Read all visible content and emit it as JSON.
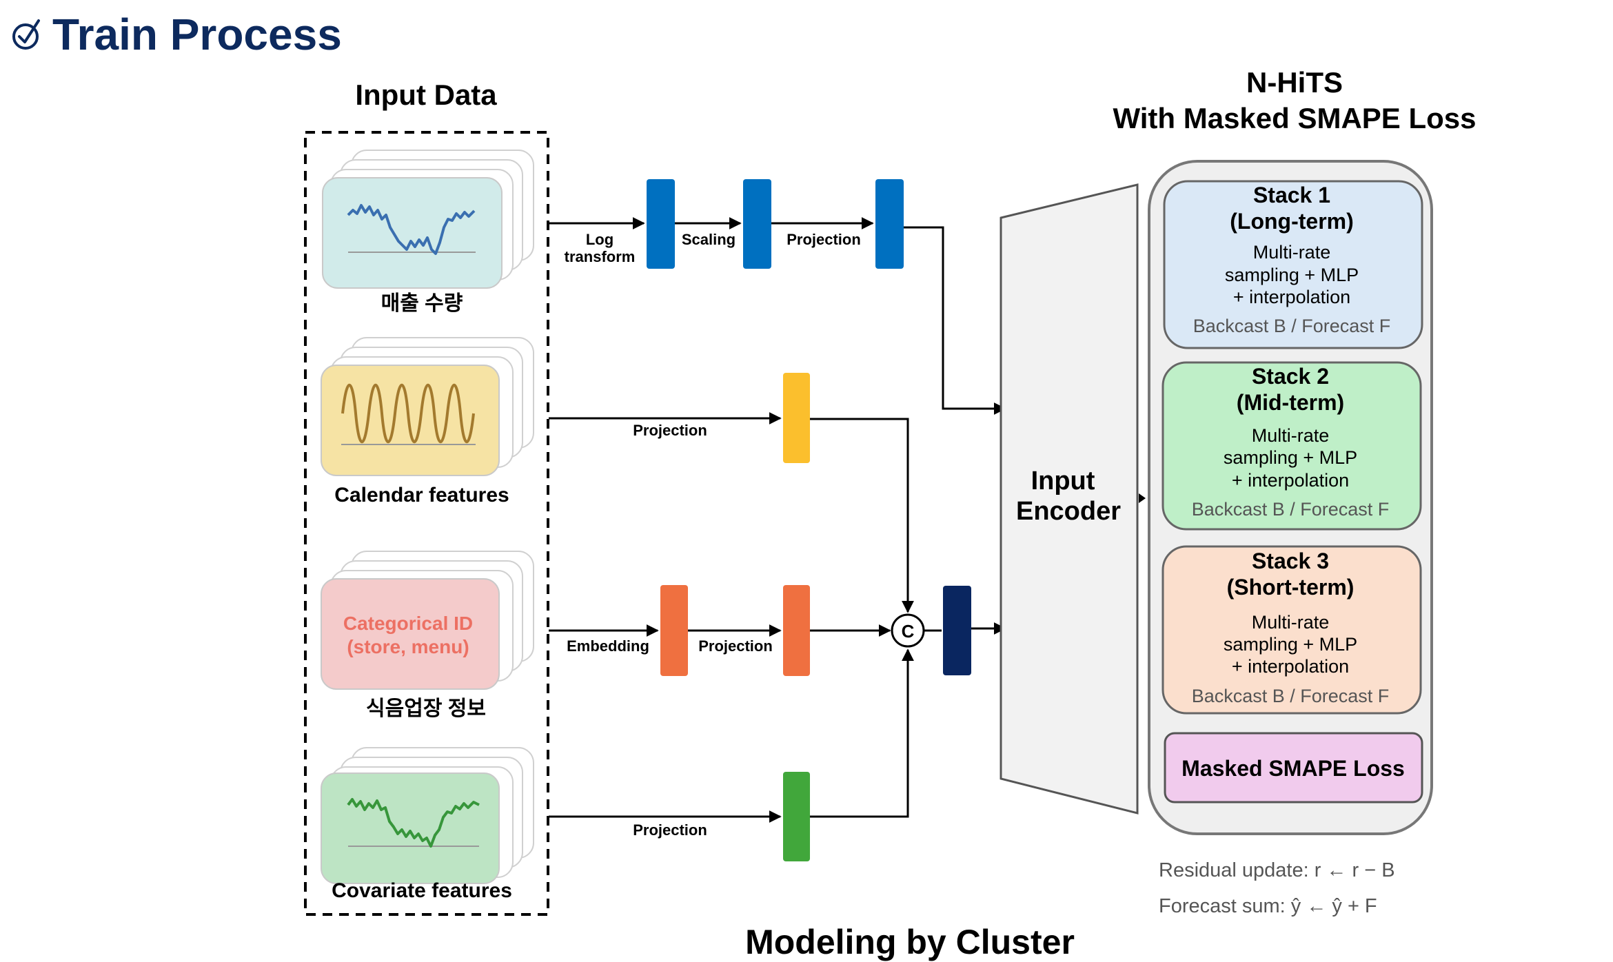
{
  "page": {
    "title": "Train Process",
    "footer_title": "Modeling by Cluster"
  },
  "input_data": {
    "heading": "Input Data",
    "items": [
      {
        "label": "매출 수량",
        "icon": "sales-line-chart"
      },
      {
        "label": "Calendar features",
        "icon": "sine-wave"
      },
      {
        "label": "식음업장 정보",
        "card_text_1": "Categorical ID",
        "card_text_2": "(store, menu)"
      },
      {
        "label": "Covariate features",
        "icon": "covariate-line-chart"
      }
    ]
  },
  "pipeline": {
    "row1": {
      "step1_line1": "Log",
      "step1_line2": "transform",
      "step2": "Scaling",
      "step3": "Projection"
    },
    "row2": {
      "step1": "Projection"
    },
    "row3": {
      "step1": "Embedding",
      "step2": "Projection"
    },
    "row4": {
      "step1": "Projection"
    },
    "concat_symbol": "C"
  },
  "encoder": {
    "line1": "Input",
    "line2": "Encoder"
  },
  "model": {
    "title_line1": "N-HiTS",
    "title_line2": "With Masked SMAPE Loss",
    "stacks": [
      {
        "title": "Stack 1",
        "subtitle": "(Long-term)",
        "desc1": "Multi-rate",
        "desc2": "sampling + MLP",
        "desc3": "+ interpolation",
        "footer": "Backcast B / Forecast F"
      },
      {
        "title": "Stack 2",
        "subtitle": "(Mid-term)",
        "desc1": "Multi-rate",
        "desc2": "sampling + MLP",
        "desc3": "+ interpolation",
        "footer": "Backcast B / Forecast F"
      },
      {
        "title": "Stack 3",
        "subtitle": "(Short-term)",
        "desc1": "Multi-rate",
        "desc2": "sampling + MLP",
        "desc3": "+ interpolation",
        "footer": "Backcast B / Forecast F"
      }
    ],
    "loss": "Masked SMAPE Loss",
    "residual_note": "Residual update: r ← r − B",
    "forecast_note": "Forecast sum: ŷ ← ŷ + F"
  },
  "colors": {
    "title_navy": "#0d2a5e",
    "block_blue": "#0070c0",
    "block_yellow": "#fbbf2d",
    "block_orange": "#ef7040",
    "block_green": "#41a73b",
    "block_navy": "#0a2660",
    "stack1_fill": "#dae8f6",
    "stack2_fill": "#bfefc8",
    "stack3_fill": "#fbdfcd",
    "loss_fill": "#f1cbed"
  }
}
